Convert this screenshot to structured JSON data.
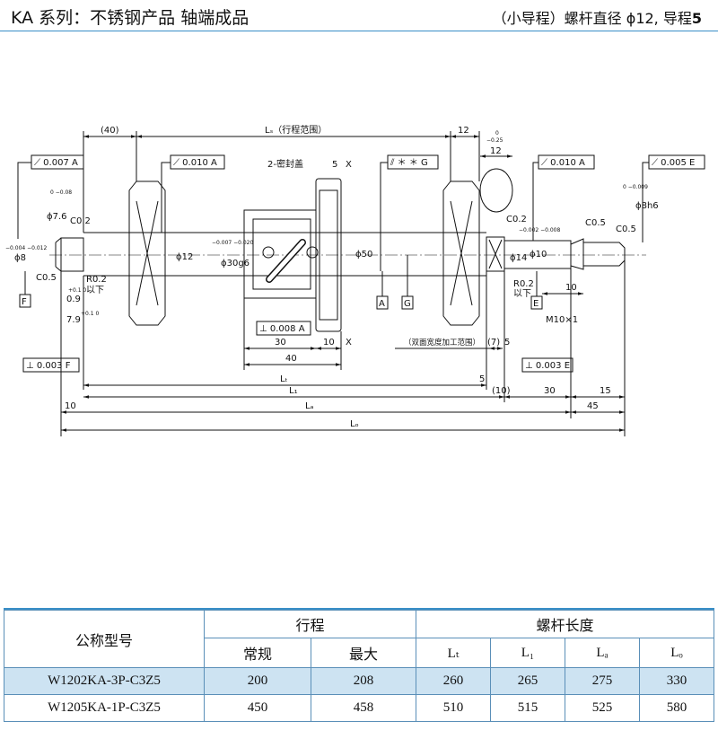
{
  "header": {
    "left_title": "KA 系列：不锈钢产品  轴端成品",
    "right_prefix": "（小导程）螺杆直径 ϕ12, 导程",
    "right_lead": "5"
  },
  "drawing": {
    "labels": {
      "dim_40_paren": "(40)",
      "ls_range": "Lₛ（行程范围）",
      "dim_12_top": "12",
      "tol_0": "0",
      "tol_neg025": "−0.25",
      "dim_12_section": "12",
      "seal": "2-密封盖",
      "dim_5_top": "5",
      "x_mark": "X",
      "gdt_left": "⟋ 0.007 A",
      "gdt_nut": "⟋ 0.010 A",
      "gdt_g": "⫽ ＊ ＊ G",
      "gdt_right": "⟋ 0.010 A",
      "gdt_far": "⟋ 0.005 E",
      "phi76": "ϕ7.6",
      "phi76_tol": "0 −0.08",
      "phi8": "ϕ8",
      "phi8_tol": "−0.004 −0.012",
      "c02_left": "C0.2",
      "c05_left": "C0.5",
      "d09": "0.9",
      "d09_tol": "+0.1 0",
      "d79": "7.9",
      "d79_tol": "+0.1 0",
      "r02_left": "R0.2",
      "below_left": "以下",
      "phi12": "ϕ12",
      "phi30g6": "ϕ30g6",
      "phi30_tol": "−0.007 −0.020",
      "phi50": "ϕ50",
      "ref_a": "A",
      "ref_g": "G",
      "ref_e": "E",
      "ref_f": "F",
      "gdt_perp": "⊥ 0.008 A",
      "dim_30": "30",
      "dim_10": "10",
      "dim_40": "40",
      "cut_range": "（双面宽度加工范围）",
      "dim_7_paren": "(7)",
      "dim_5": "5",
      "phi14": "ϕ14",
      "phi10": "ϕ10",
      "phi10_tol": "−0.002 −0.008",
      "c02_right": "C0.2",
      "r02_right": "R0.2",
      "below_right": "以下",
      "c05_mid": "C0.5",
      "c05_right": "C0.5",
      "phi8h6": "ϕ8h6",
      "phi8h6_tol": "0 −0.009",
      "dim_10_right": "10",
      "m10": "M10×1",
      "gdt_f_perp": "⊥ 0.003 F",
      "gdt_e_perp": "⊥ 0.003 E",
      "lt": "Lₜ",
      "l1": "L₁",
      "la": "Lₐ",
      "lo": "Lₒ",
      "dim_5_lt": "5",
      "dim_10_paren": "(10)",
      "dim_30_right": "30",
      "dim_15": "15",
      "dim_10_left": "10",
      "dim_45": "45"
    }
  },
  "table": {
    "col_model": "公称型号",
    "col_stroke": "行程",
    "col_normal": "常规",
    "col_max": "最大",
    "col_length": "螺杆长度",
    "sub_lt": "Lₜ",
    "sub_l1": "L₁",
    "sub_la": "Lₐ",
    "sub_lo": "Lₒ",
    "rows": [
      {
        "model": "W1202KA-3P-C3Z5",
        "normal": "200",
        "max": "208",
        "lt": "260",
        "l1": "265",
        "la": "275",
        "lo": "330"
      },
      {
        "model": "W1205KA-1P-C3Z5",
        "normal": "450",
        "max": "458",
        "lt": "510",
        "l1": "515",
        "la": "525",
        "lo": "580"
      }
    ]
  },
  "colors": {
    "accent": "#3a8fc7",
    "row_highlight": "#cde3f2"
  }
}
